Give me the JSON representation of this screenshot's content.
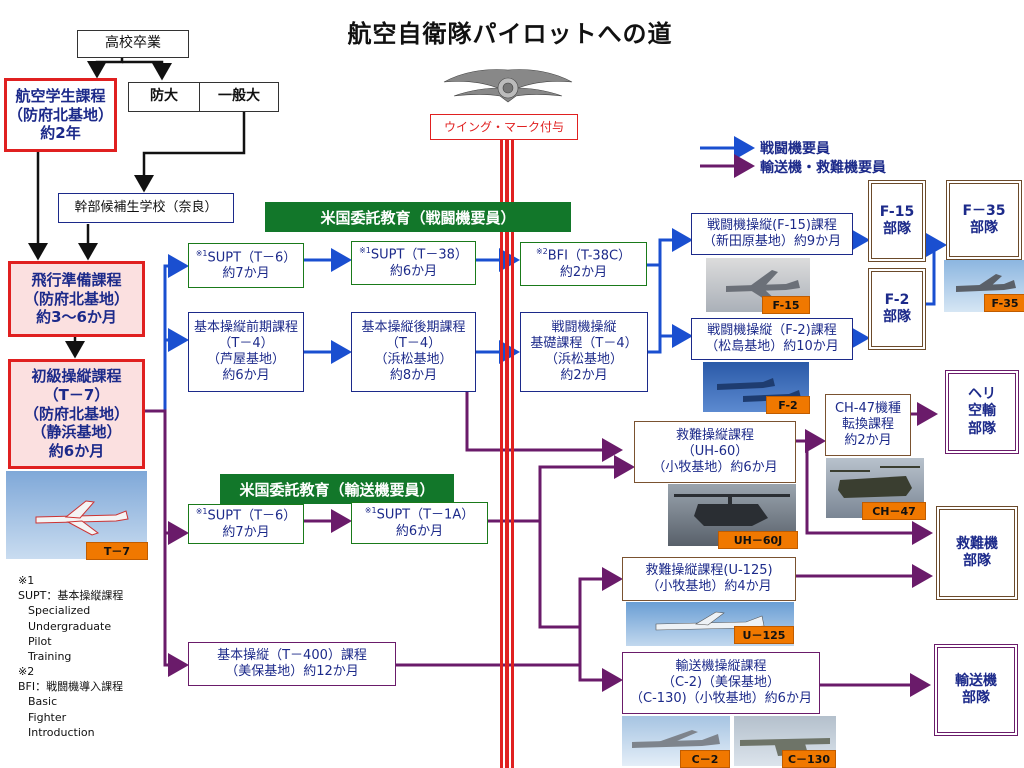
{
  "title": "航空自衛隊パイロットへの道",
  "wing_label": "ウイング・マーク付与",
  "legend": {
    "fighter": "戦闘機要員",
    "transport": "輸送機・救難機要員"
  },
  "banners": {
    "fighter": "米国委託教育（戦闘機要員）",
    "transport": "米国委託教育（輸送機要員）"
  },
  "entry": {
    "highschool": "高校卒業",
    "boudai": "防大",
    "university": "一般大",
    "candidate_school": "幹部候補生学校（奈良）"
  },
  "left": {
    "student": [
      "航空学生課程",
      "（防府北基地）",
      "約2年"
    ],
    "prep": [
      "飛行準備課程",
      "（防府北基地）",
      "約3～6か月"
    ],
    "primary": [
      "初級操縦課程",
      "（T－7）",
      "（防府北基地）",
      "（静浜基地）",
      "約6か月"
    ]
  },
  "fighter_track": {
    "supt_t6": {
      "mark": "※1",
      "name": "SUPT（T－6）",
      "dur": "約7か月"
    },
    "supt_t38": {
      "mark": "※1",
      "name": "SUPT（T－38）",
      "dur": "約6か月"
    },
    "bfi": {
      "mark": "※2",
      "name": "BFI（T-38C）",
      "dur": "約2か月"
    },
    "basic_early": [
      "基本操縦前期課程",
      "（T－4）",
      "（芦屋基地）",
      "約6か月"
    ],
    "basic_late": [
      "基本操縦後期課程",
      "（T－4）",
      "（浜松基地）",
      "約8か月"
    ],
    "fighter_basic": [
      "戦闘機操縦",
      "基礎課程（T－4）",
      "（浜松基地）",
      "約2か月"
    ],
    "f15_course": [
      "戦闘機操縦(F-15)課程",
      "（新田原基地）約9か月"
    ],
    "f2_course": [
      "戦闘機操縦（F-2)課程",
      "（松島基地）約10か月"
    ],
    "f15_unit": [
      "F-15",
      "部隊"
    ],
    "f2_unit": [
      "F-2",
      "部隊"
    ],
    "f35_unit": [
      "F－35",
      "部隊"
    ]
  },
  "transport_track": {
    "supt_t6": {
      "mark": "※1",
      "name": "SUPT（T－6）",
      "dur": "約7か月"
    },
    "supt_t1a": {
      "mark": "※1",
      "name": "SUPT（T－1A）",
      "dur": "約6か月"
    },
    "basic_t400": [
      "基本操縦（T－400）課程",
      "（美保基地）約12か月"
    ],
    "rescue_uh60": [
      "救難操縦課程",
      "（UH-60）",
      "（小牧基地）約6か月"
    ],
    "ch47": [
      "CH-47機種",
      "転換課程",
      "約2か月"
    ],
    "rescue_u125": [
      "救難操縦課程(U-125)",
      "（小牧基地）約4か月"
    ],
    "transport_course": [
      "輸送機操縦課程",
      "（C-2)（美保基地）",
      "（C-130)（小牧基地）約6か月"
    ],
    "heli_unit": [
      "ヘリ",
      "空輸",
      "部隊"
    ],
    "rescue_unit": [
      "救難機",
      "部隊"
    ],
    "transport_unit": [
      "輸送機",
      "部隊"
    ]
  },
  "photos": {
    "t7": "T－7",
    "f15": "F-15",
    "f2": "F-2",
    "f35": "F-35",
    "uh60j": "UH－60J",
    "ch47": "CH－47",
    "u125": "U－125",
    "c2": "C－2",
    "c130": "C－130"
  },
  "notes": {
    "n1_mark": "※1",
    "n1_title": "SUPT：基本操縦課程",
    "n1_lines": [
      "Specialized",
      "Undergraduate",
      "Pilot",
      "Training"
    ],
    "n2_mark": "※2",
    "n2_title": "BFI：戦闘機導入課程",
    "n2_lines": [
      "Basic",
      "Fighter",
      "Introduction"
    ]
  },
  "colors": {
    "fighter_line": "#1a4fd0",
    "transport_line": "#6a1b6a",
    "accent_red": "#e02020",
    "banner_green": "#12772a",
    "tag_orange": "#f07800"
  }
}
